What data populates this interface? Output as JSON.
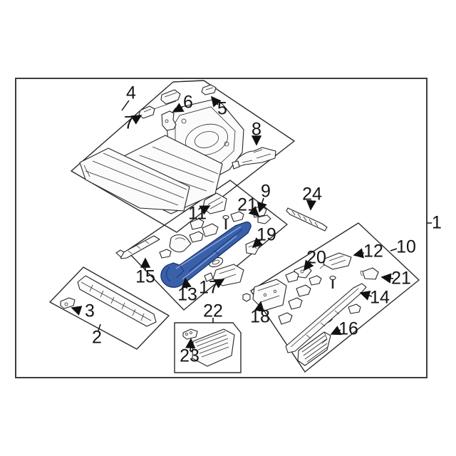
{
  "image": {
    "type": "exploded-parts-diagram",
    "background": "#ffffff",
    "frame_color": "#3c3c3c",
    "line_color": "#262626",
    "highlight_fill": "#3a60aa",
    "highlight_outline": "#17316b",
    "highlighted_callout": "13"
  },
  "callouts": {
    "c1": {
      "label": "1"
    },
    "c2": {
      "label": "2"
    },
    "c3": {
      "label": "3"
    },
    "c4": {
      "label": "4"
    },
    "c5": {
      "label": "5"
    },
    "c6": {
      "label": "6"
    },
    "c7": {
      "label": "7"
    },
    "c8": {
      "label": "8"
    },
    "c9": {
      "label": "9"
    },
    "c10": {
      "label": "10"
    },
    "c11": {
      "label": "11"
    },
    "c12": {
      "label": "12"
    },
    "c13": {
      "label": "13"
    },
    "c14": {
      "label": "14"
    },
    "c15": {
      "label": "15"
    },
    "c16": {
      "label": "16"
    },
    "c17": {
      "label": "17"
    },
    "c18": {
      "label": "18"
    },
    "c19": {
      "label": "19"
    },
    "c20": {
      "label": "20"
    },
    "c21a": {
      "label": "21"
    },
    "c21b": {
      "label": "21"
    },
    "c22": {
      "label": "22"
    },
    "c23": {
      "label": "23"
    },
    "c24": {
      "label": "24"
    }
  }
}
